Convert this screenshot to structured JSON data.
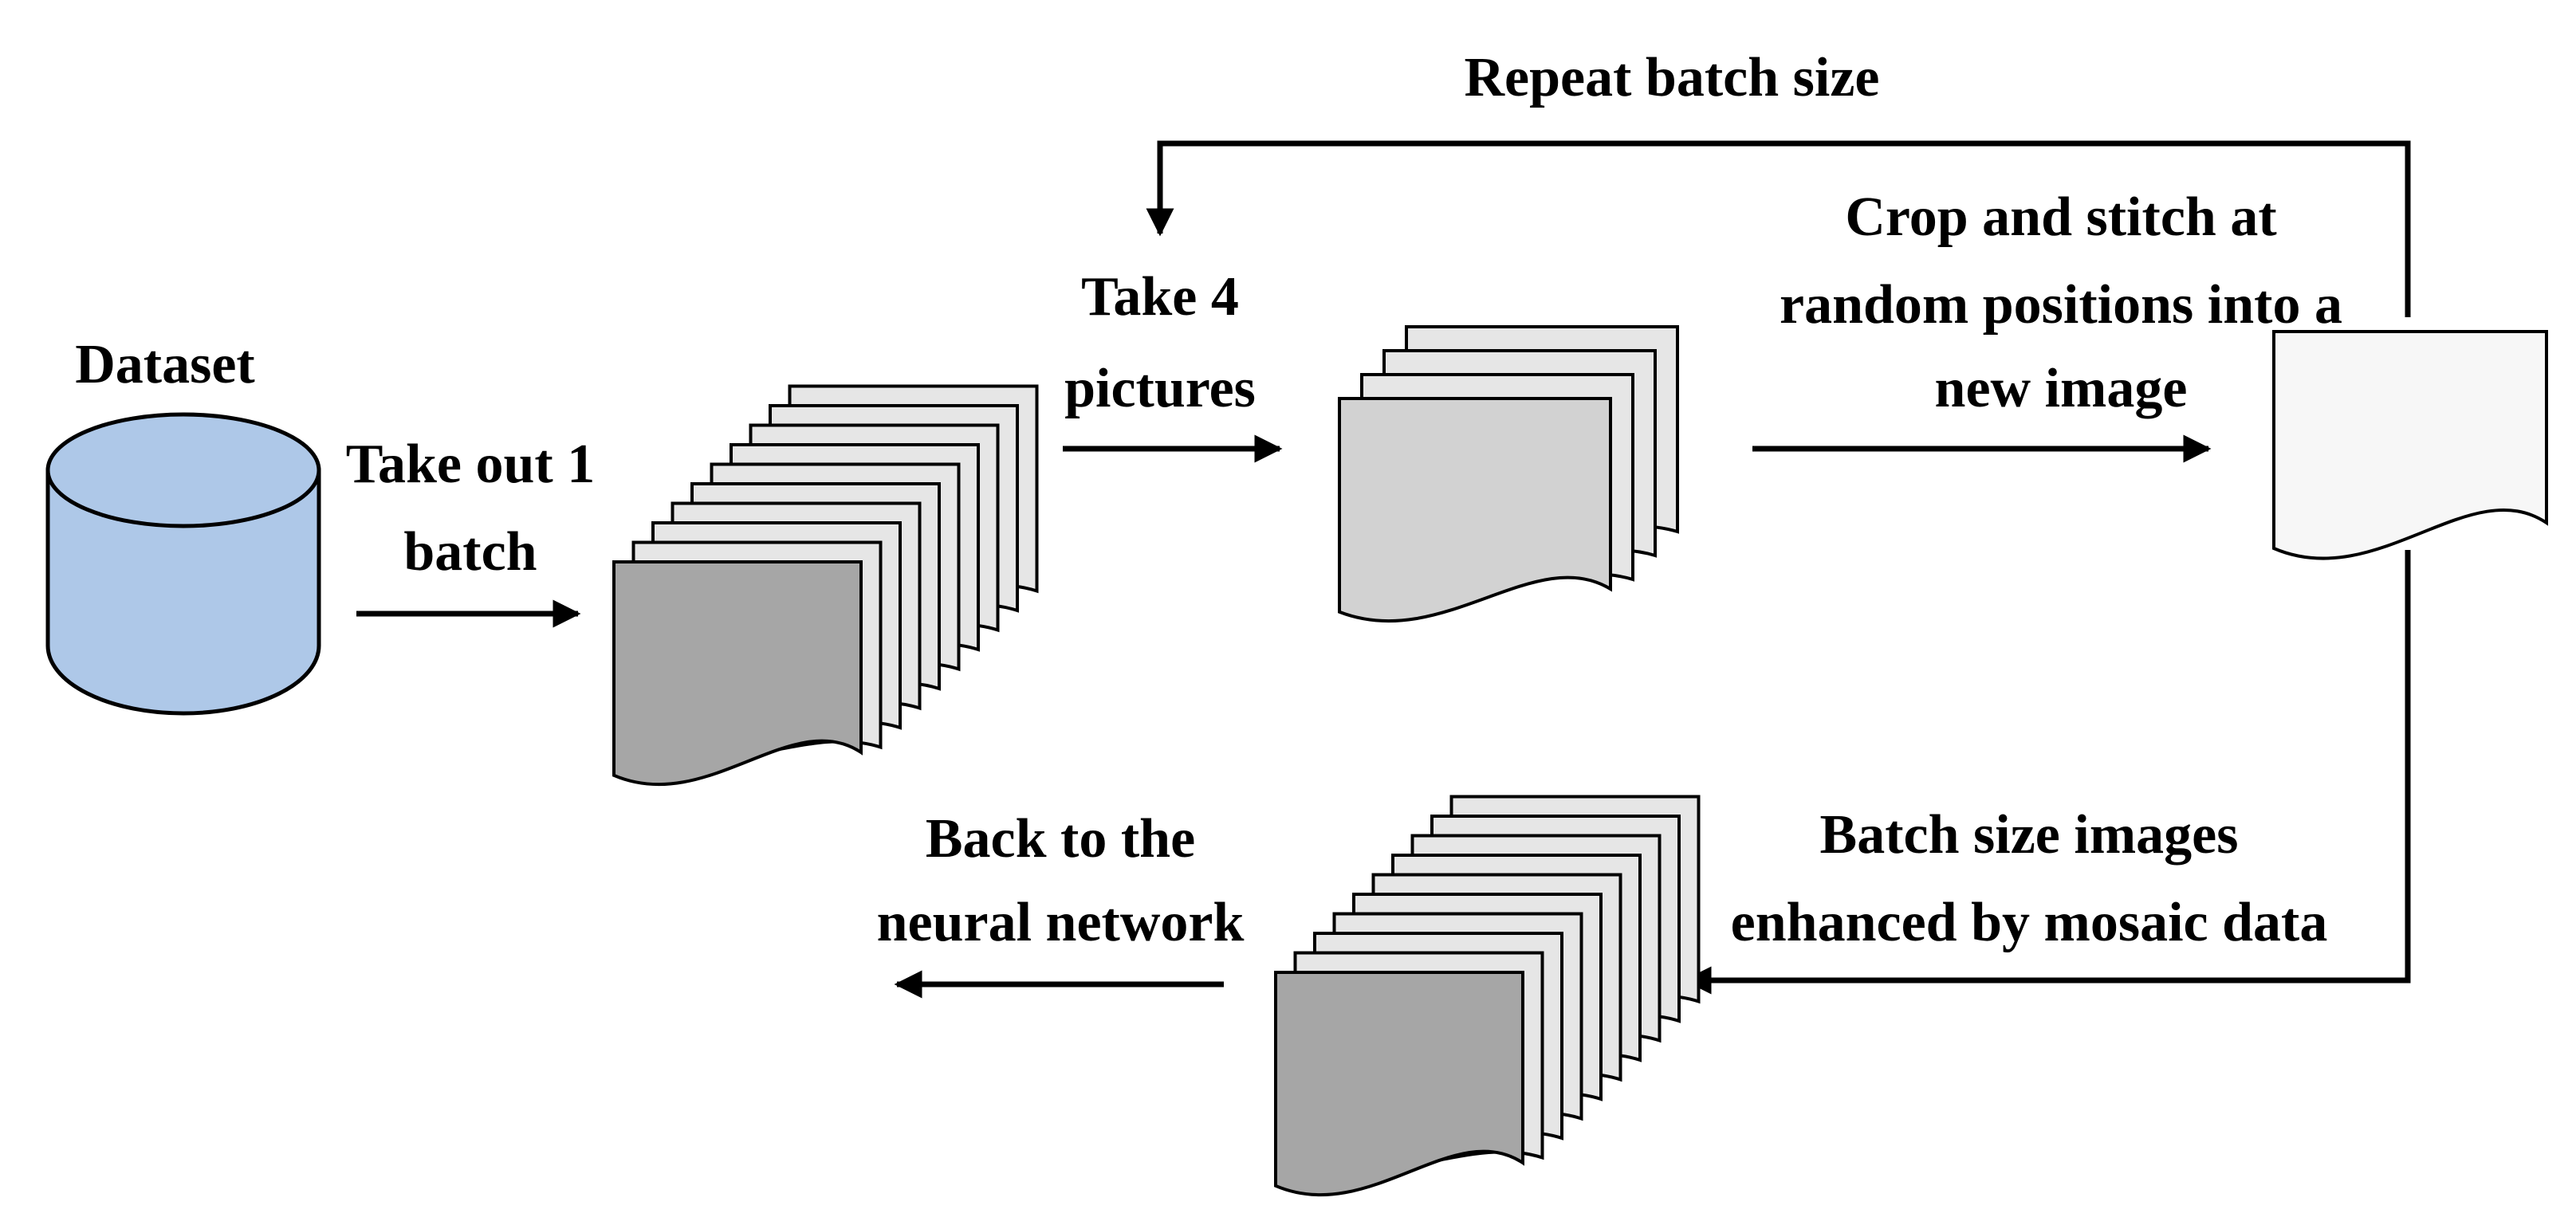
{
  "labels": {
    "dataset": "Dataset",
    "take_out_line1": "Take out 1",
    "take_out_line2": "batch",
    "take_four_line1": "Take 4",
    "take_four_line2": "pictures",
    "crop_line1": "Crop and stitch at",
    "crop_line2": "random positions into a",
    "crop_line3": "new image",
    "repeat": "Repeat batch size",
    "enhanced_line1": "Batch size images",
    "enhanced_line2": "enhanced by mosaic data",
    "back_line1": "Back to the",
    "back_line2": "neural network"
  },
  "colors": {
    "cylinder_fill": "#aec8e8",
    "page_light": "#e6e6e6",
    "page_mid": "#d2d2d2",
    "page_dark": "#a6a6a6",
    "page_white": "#f7f7f7",
    "ink": "#000000"
  }
}
